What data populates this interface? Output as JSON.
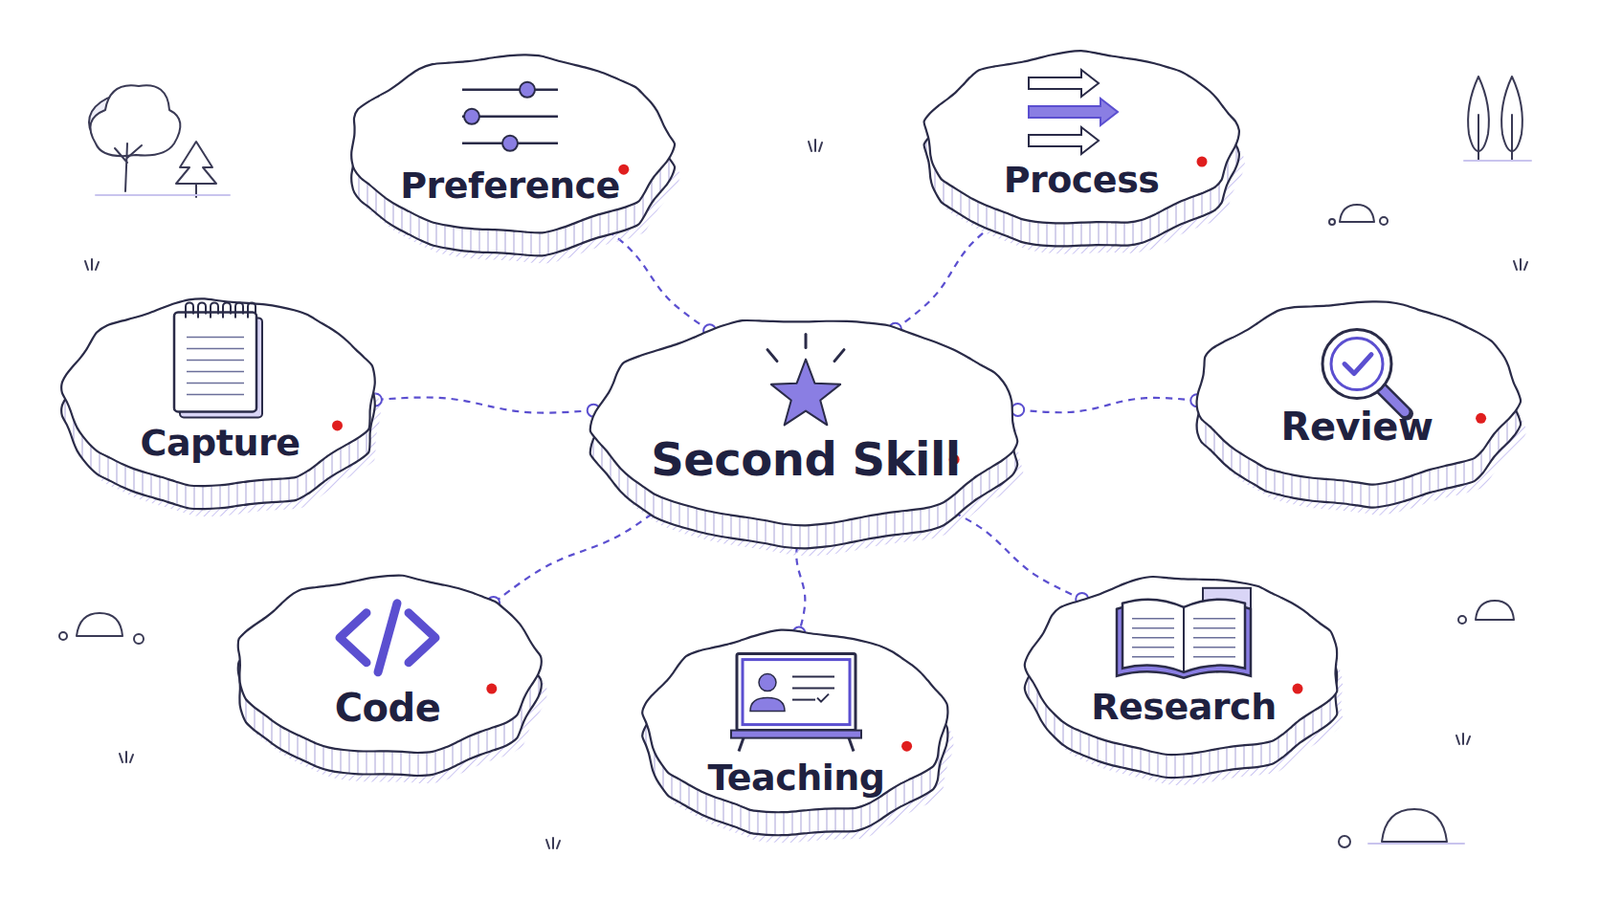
{
  "diagram": {
    "nodes": [
      {
        "text": [
          "Preference"
        ]
      },
      {
        "text": [
          "Process"
        ]
      },
      {
        "text": [
          "Capture"
        ]
      },
      {
        "text": [
          "Second Skill"
        ]
      },
      {
        "text": [
          "Review"
        ]
      },
      {
        "text": [
          "Code"
        ]
      },
      {
        "text": [
          "Teaching"
        ]
      },
      {
        "text": [
          "Research"
        ]
      }
    ],
    "edges": [
      {
        "from": 3,
        "to": 0,
        "arrow": "none"
      },
      {
        "from": 3,
        "to": 1,
        "arrow": "none"
      },
      {
        "from": 3,
        "to": 2,
        "arrow": "none"
      },
      {
        "from": 3,
        "to": 4,
        "arrow": "none"
      },
      {
        "from": 3,
        "to": 5,
        "arrow": "none"
      },
      {
        "from": 3,
        "to": 6,
        "arrow": "none"
      },
      {
        "from": 3,
        "to": 7,
        "arrow": "none"
      }
    ]
  }
}
